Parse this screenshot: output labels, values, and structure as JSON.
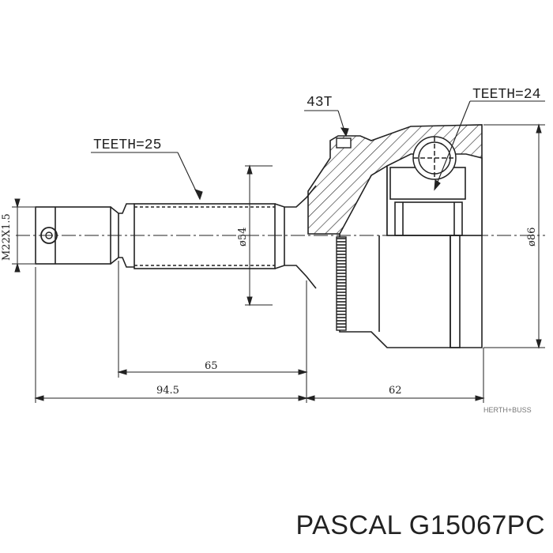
{
  "labels": {
    "teeth_left": "TEETH=25",
    "teeth_right": "TEETH=24",
    "abs_teeth": "43T",
    "thread": "M22X1.5",
    "dia_54": "ø54",
    "dia_86": "ø86",
    "dim_65": "65",
    "dim_94_5": "94.5",
    "dim_62": "62"
  },
  "watermark": "HERTH+BUSS",
  "caption": "PASCAL G15067PC",
  "colors": {
    "line": "#222222",
    "text": "#222222"
  }
}
